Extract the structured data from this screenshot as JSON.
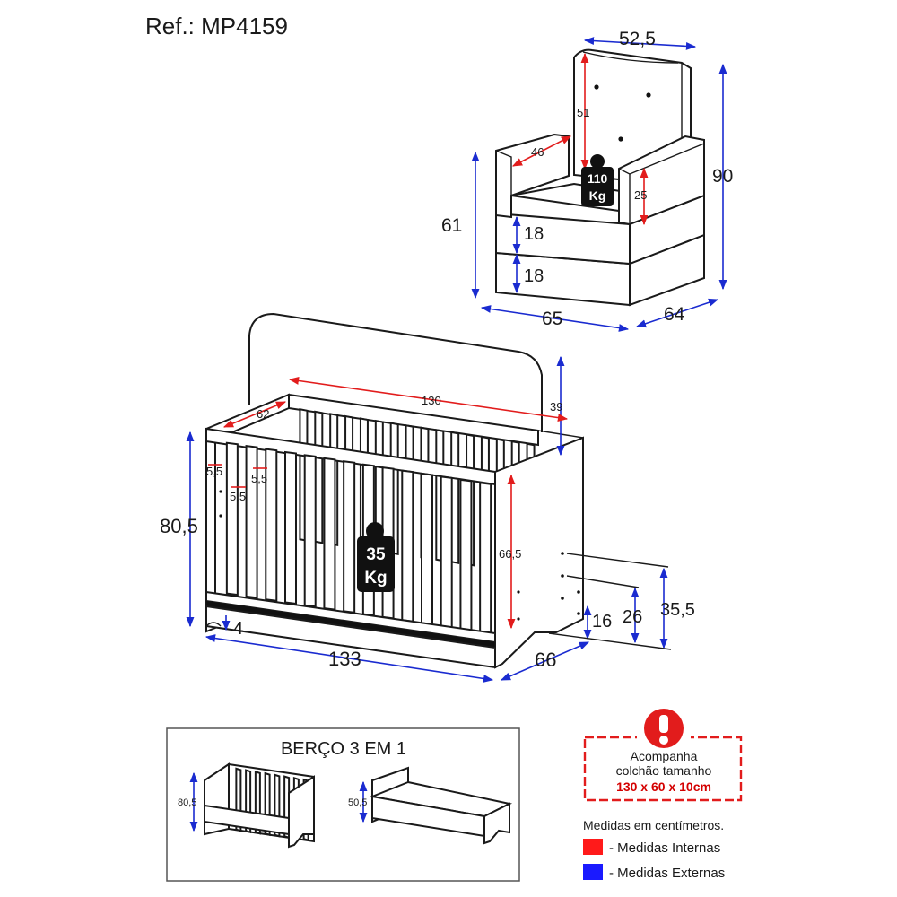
{
  "reference": "Ref.: MP4159",
  "armchair": {
    "outer_width": "52,5",
    "height": "90",
    "seat_height": "61",
    "width": "65",
    "depth": "64",
    "back_inner_height": "51",
    "inner_depth": "46",
    "arm_inner_height": "25",
    "cushion_1": "18",
    "cushion_2": "18",
    "weight_value": "110",
    "weight_unit": "Kg"
  },
  "crib": {
    "headboard_height": "39",
    "inner_length": "130",
    "inner_width": "62",
    "height": "80,5",
    "inner_height": "66,5",
    "slat_gap_1": "5,5",
    "slat_gap_2": "5,5",
    "slat_gap_3": "5,5",
    "mattress_low": "16",
    "mattress_mid": "26",
    "mattress_high": "35,5",
    "floor_clearance": "4",
    "length": "133",
    "depth": "66",
    "weight_value": "35",
    "weight_unit": "Kg"
  },
  "modes_panel": {
    "title": "BERÇO 3 EM 1",
    "crib_height": "80,5",
    "bed_height": "50,5"
  },
  "notice": {
    "line1": "Acompanha",
    "line2": "colchão tamanho",
    "line3": "130 x 60 x 10cm",
    "icon": "exclamation-icon",
    "border_color": "#e21c1c"
  },
  "legend": {
    "note": "Medidas em centímetros.",
    "items": [
      {
        "color": "#ff1a1a",
        "label": "- Medidas Internas"
      },
      {
        "color": "#1a1aff",
        "label": "- Medidas Externas"
      }
    ]
  }
}
